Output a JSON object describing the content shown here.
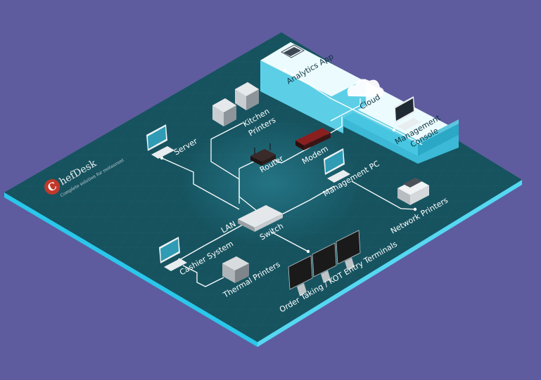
{
  "brand": {
    "name": "hefDesk",
    "initial": "C",
    "tagline": "Complete solution for restaurant"
  },
  "labels": {
    "analytics_app": "Analytics App",
    "cloud": "Cloud",
    "management_console_1": "Management",
    "management_console_2": "Console",
    "kitchen_printers_1": "Kitchen",
    "kitchen_printers_2": "Printers",
    "server": "Server",
    "modem": "Modem",
    "router": "Router",
    "management_pc": "Management PC",
    "network_printers": "Network Printers",
    "lan": "LAN",
    "switch": "Switch",
    "cashier_system": "Cashier System",
    "thermal_printers": "Thermal Printers",
    "order_taking_terminals": "Order Taking / KOT Entry Terminals"
  },
  "colors": {
    "background": "#5e5c9e",
    "platform": "#16535f",
    "platform_edge": "#2bc7ea",
    "cloud_block": "#3fc4e0"
  }
}
